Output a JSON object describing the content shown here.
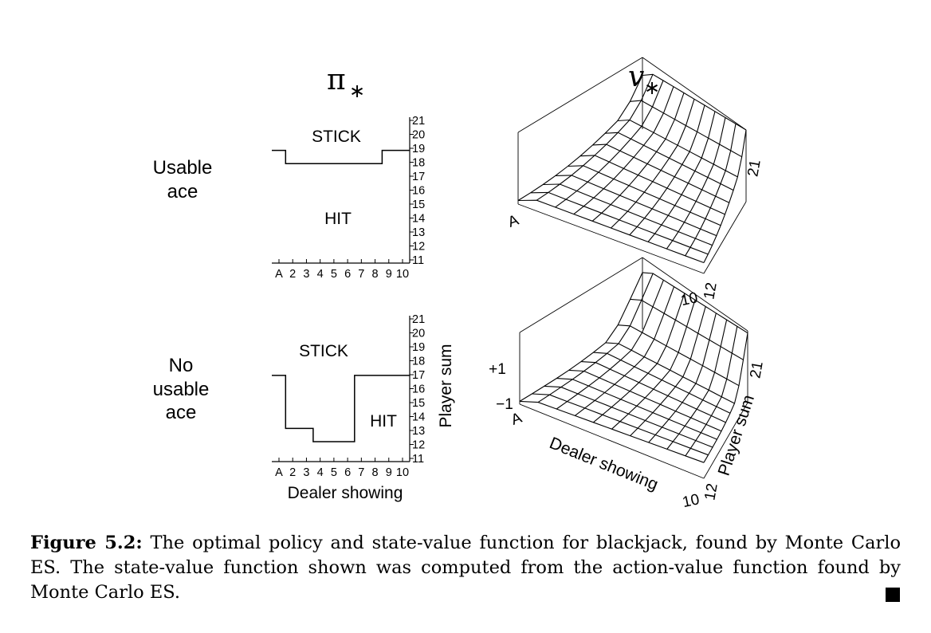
{
  "figure": {
    "left_symbol": "π",
    "left_symbol_sub": "∗",
    "right_symbol": "v",
    "right_symbol_sub": "∗",
    "row_labels": {
      "usable": [
        "Usable",
        "ace"
      ],
      "no_usable": [
        "No",
        "usable",
        "ace"
      ]
    },
    "policy_plots": {
      "x_ticks": [
        "A",
        "2",
        "3",
        "4",
        "5",
        "6",
        "7",
        "8",
        "9",
        "10"
      ],
      "y_ticks": [
        "11",
        "12",
        "13",
        "14",
        "15",
        "16",
        "17",
        "18",
        "19",
        "20",
        "21"
      ],
      "stick_label": "STICK",
      "hit_label": "HIT",
      "x_axis_title": "Dealer showing",
      "y_axis_title": "Player sum",
      "usable_ace_stick_threshold": [
        19,
        18,
        18,
        18,
        18,
        18,
        18,
        18,
        19,
        19
      ],
      "no_usable_ace_stick_threshold": [
        17,
        13,
        13,
        12,
        12,
        12,
        17,
        17,
        17,
        17
      ]
    },
    "value_plots": {
      "usable": {
        "corner_A": "A",
        "corner_10": "10",
        "corner_12": "12",
        "corner_21": "21"
      },
      "no_usable": {
        "z_max": "+1",
        "z_min": "−1",
        "corner_A": "A",
        "corner_10": "10",
        "corner_12": "12",
        "corner_21": "21",
        "x_axis_title": "Dealer showing",
        "y_axis_title": "Player sum"
      }
    }
  },
  "caption": {
    "label": "Figure 5.2:",
    "text": " The optimal policy and state-value function for blackjack, found by Monte Carlo ES. The state-value function shown was computed from the action-value function found by Monte Carlo ES."
  }
}
